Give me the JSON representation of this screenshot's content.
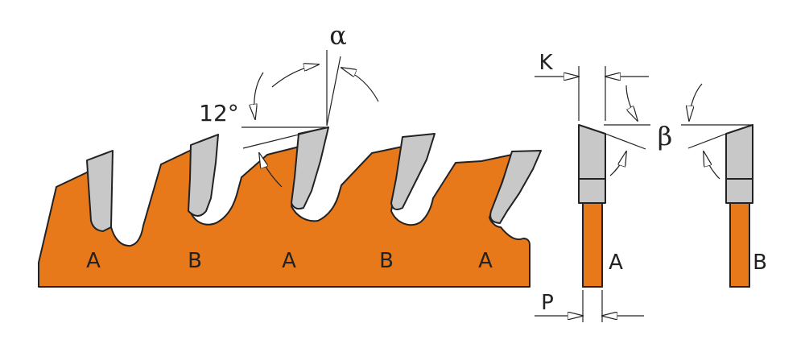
{
  "colors": {
    "body": "#e8791a",
    "tooth": "#c8c8c8",
    "line": "#222222",
    "background": "#ffffff"
  },
  "labels": {
    "alpha": "α",
    "beta": "β",
    "hook_angle": "12°",
    "kerf": "K",
    "plate": "P",
    "tooth_a": "A",
    "tooth_b": "B"
  },
  "blade_teeth": [
    "A",
    "B",
    "A",
    "B",
    "A"
  ],
  "profiles": [
    "A",
    "B"
  ]
}
